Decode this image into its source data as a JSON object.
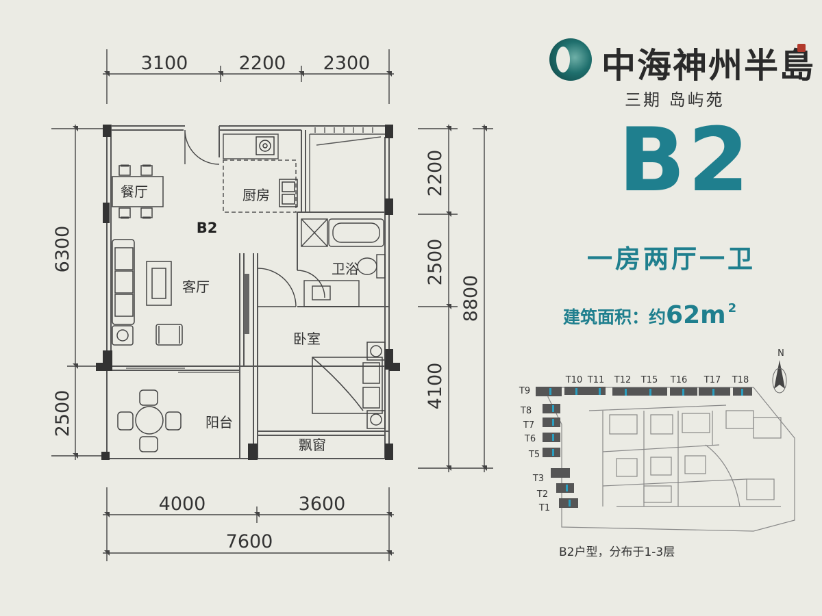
{
  "brand": {
    "name": "中海神州半島",
    "subtitle": "三期  岛屿苑"
  },
  "unit": {
    "code": "B2",
    "layout": "一房两厅一卫",
    "area_label": "建筑面积：约",
    "area_value": "62m",
    "area_superscript": "2"
  },
  "plan": {
    "unit_label": "B2",
    "rooms": {
      "dining": "餐厅",
      "kitchen": "厨房",
      "living": "客厅",
      "bath": "卫浴",
      "bedroom": "卧室",
      "balcony": "阳台",
      "bay_window": "飘窗"
    },
    "dimensions": {
      "top": [
        "3100",
        "2200",
        "2300"
      ],
      "left": [
        "6300",
        "2500"
      ],
      "right_inner": [
        "2200",
        "2500",
        "4100"
      ],
      "right_outer": "8800",
      "bottom": [
        "4000",
        "3600"
      ],
      "bottom_total": "7600"
    }
  },
  "site_plan": {
    "north": "N",
    "top_row": [
      "T10",
      "T11",
      "T12",
      "T15",
      "T16",
      "T17",
      "T18"
    ],
    "left_column": [
      "T9",
      "T8",
      "T7",
      "T6",
      "T5",
      "T3",
      "T2",
      "T1"
    ],
    "caption": "B2户型，分布于1-3层"
  },
  "colors": {
    "accent": "#1f7f8e",
    "background": "#ebebe4",
    "wall": "#333333",
    "highlight": "#2a9fc0"
  }
}
